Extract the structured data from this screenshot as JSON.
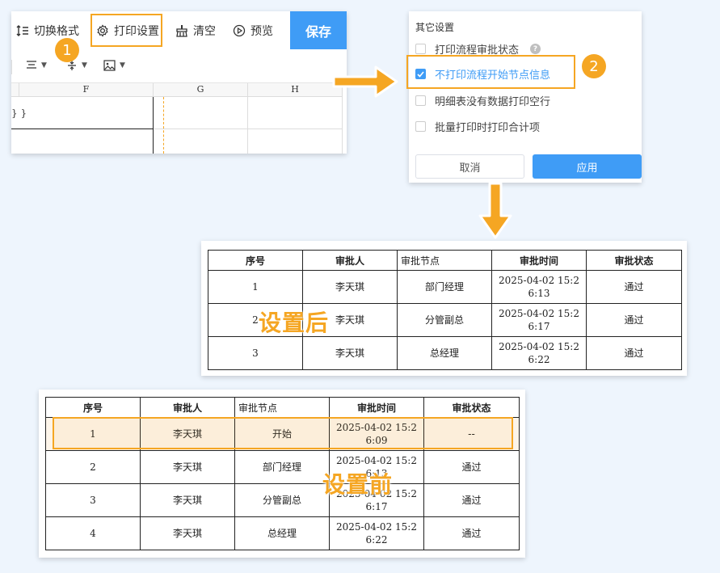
{
  "toolbar": {
    "switch_format": "切换格式",
    "print_settings": "打印设置",
    "clear": "清空",
    "preview": "预览",
    "save": "保存"
  },
  "columns": [
    "F",
    "G",
    "H"
  ],
  "cell_fragment": "} }",
  "badges": [
    "1",
    "2"
  ],
  "settings": {
    "title": "其它设置",
    "options": [
      {
        "label": "打印流程审批状态",
        "checked": false,
        "help": "?"
      },
      {
        "label": "不打印流程开始节点信息",
        "checked": true
      },
      {
        "label": "明细表没有数据打印空行",
        "checked": false
      },
      {
        "label": "批量打印时打印合计项",
        "checked": false
      }
    ],
    "cancel": "取消",
    "apply": "应用"
  },
  "after_table": {
    "label": "设置后",
    "headers": [
      "序号",
      "审批人",
      "审批节点",
      "审批时间",
      "审批状态"
    ],
    "rows": [
      [
        "1",
        "李天琪",
        "部门经理",
        "2025-04-02 15:26:13",
        "通过"
      ],
      [
        "2",
        "李天琪",
        "分管副总",
        "2025-04-02 15:26:17",
        "通过"
      ],
      [
        "3",
        "李天琪",
        "总经理",
        "2025-04-02 15:26:22",
        "通过"
      ]
    ]
  },
  "before_table": {
    "label": "设置前",
    "headers": [
      "序号",
      "审批人",
      "审批节点",
      "审批时间",
      "审批状态"
    ],
    "rows": [
      [
        "1",
        "李天琪",
        "开始",
        "2025-04-02 15:26:09",
        "--"
      ],
      [
        "2",
        "李天琪",
        "部门经理",
        "2025-04-02 15:26:13",
        "通过"
      ],
      [
        "3",
        "李天琪",
        "分管副总",
        "2025-04-02 15:26:17",
        "通过"
      ],
      [
        "4",
        "李天琪",
        "总经理",
        "2025-04-02 15:26:22",
        "通过"
      ]
    ]
  },
  "colors": {
    "accent": "#3f9cf6",
    "highlight": "#f5a623",
    "background": "#eef5fd"
  }
}
